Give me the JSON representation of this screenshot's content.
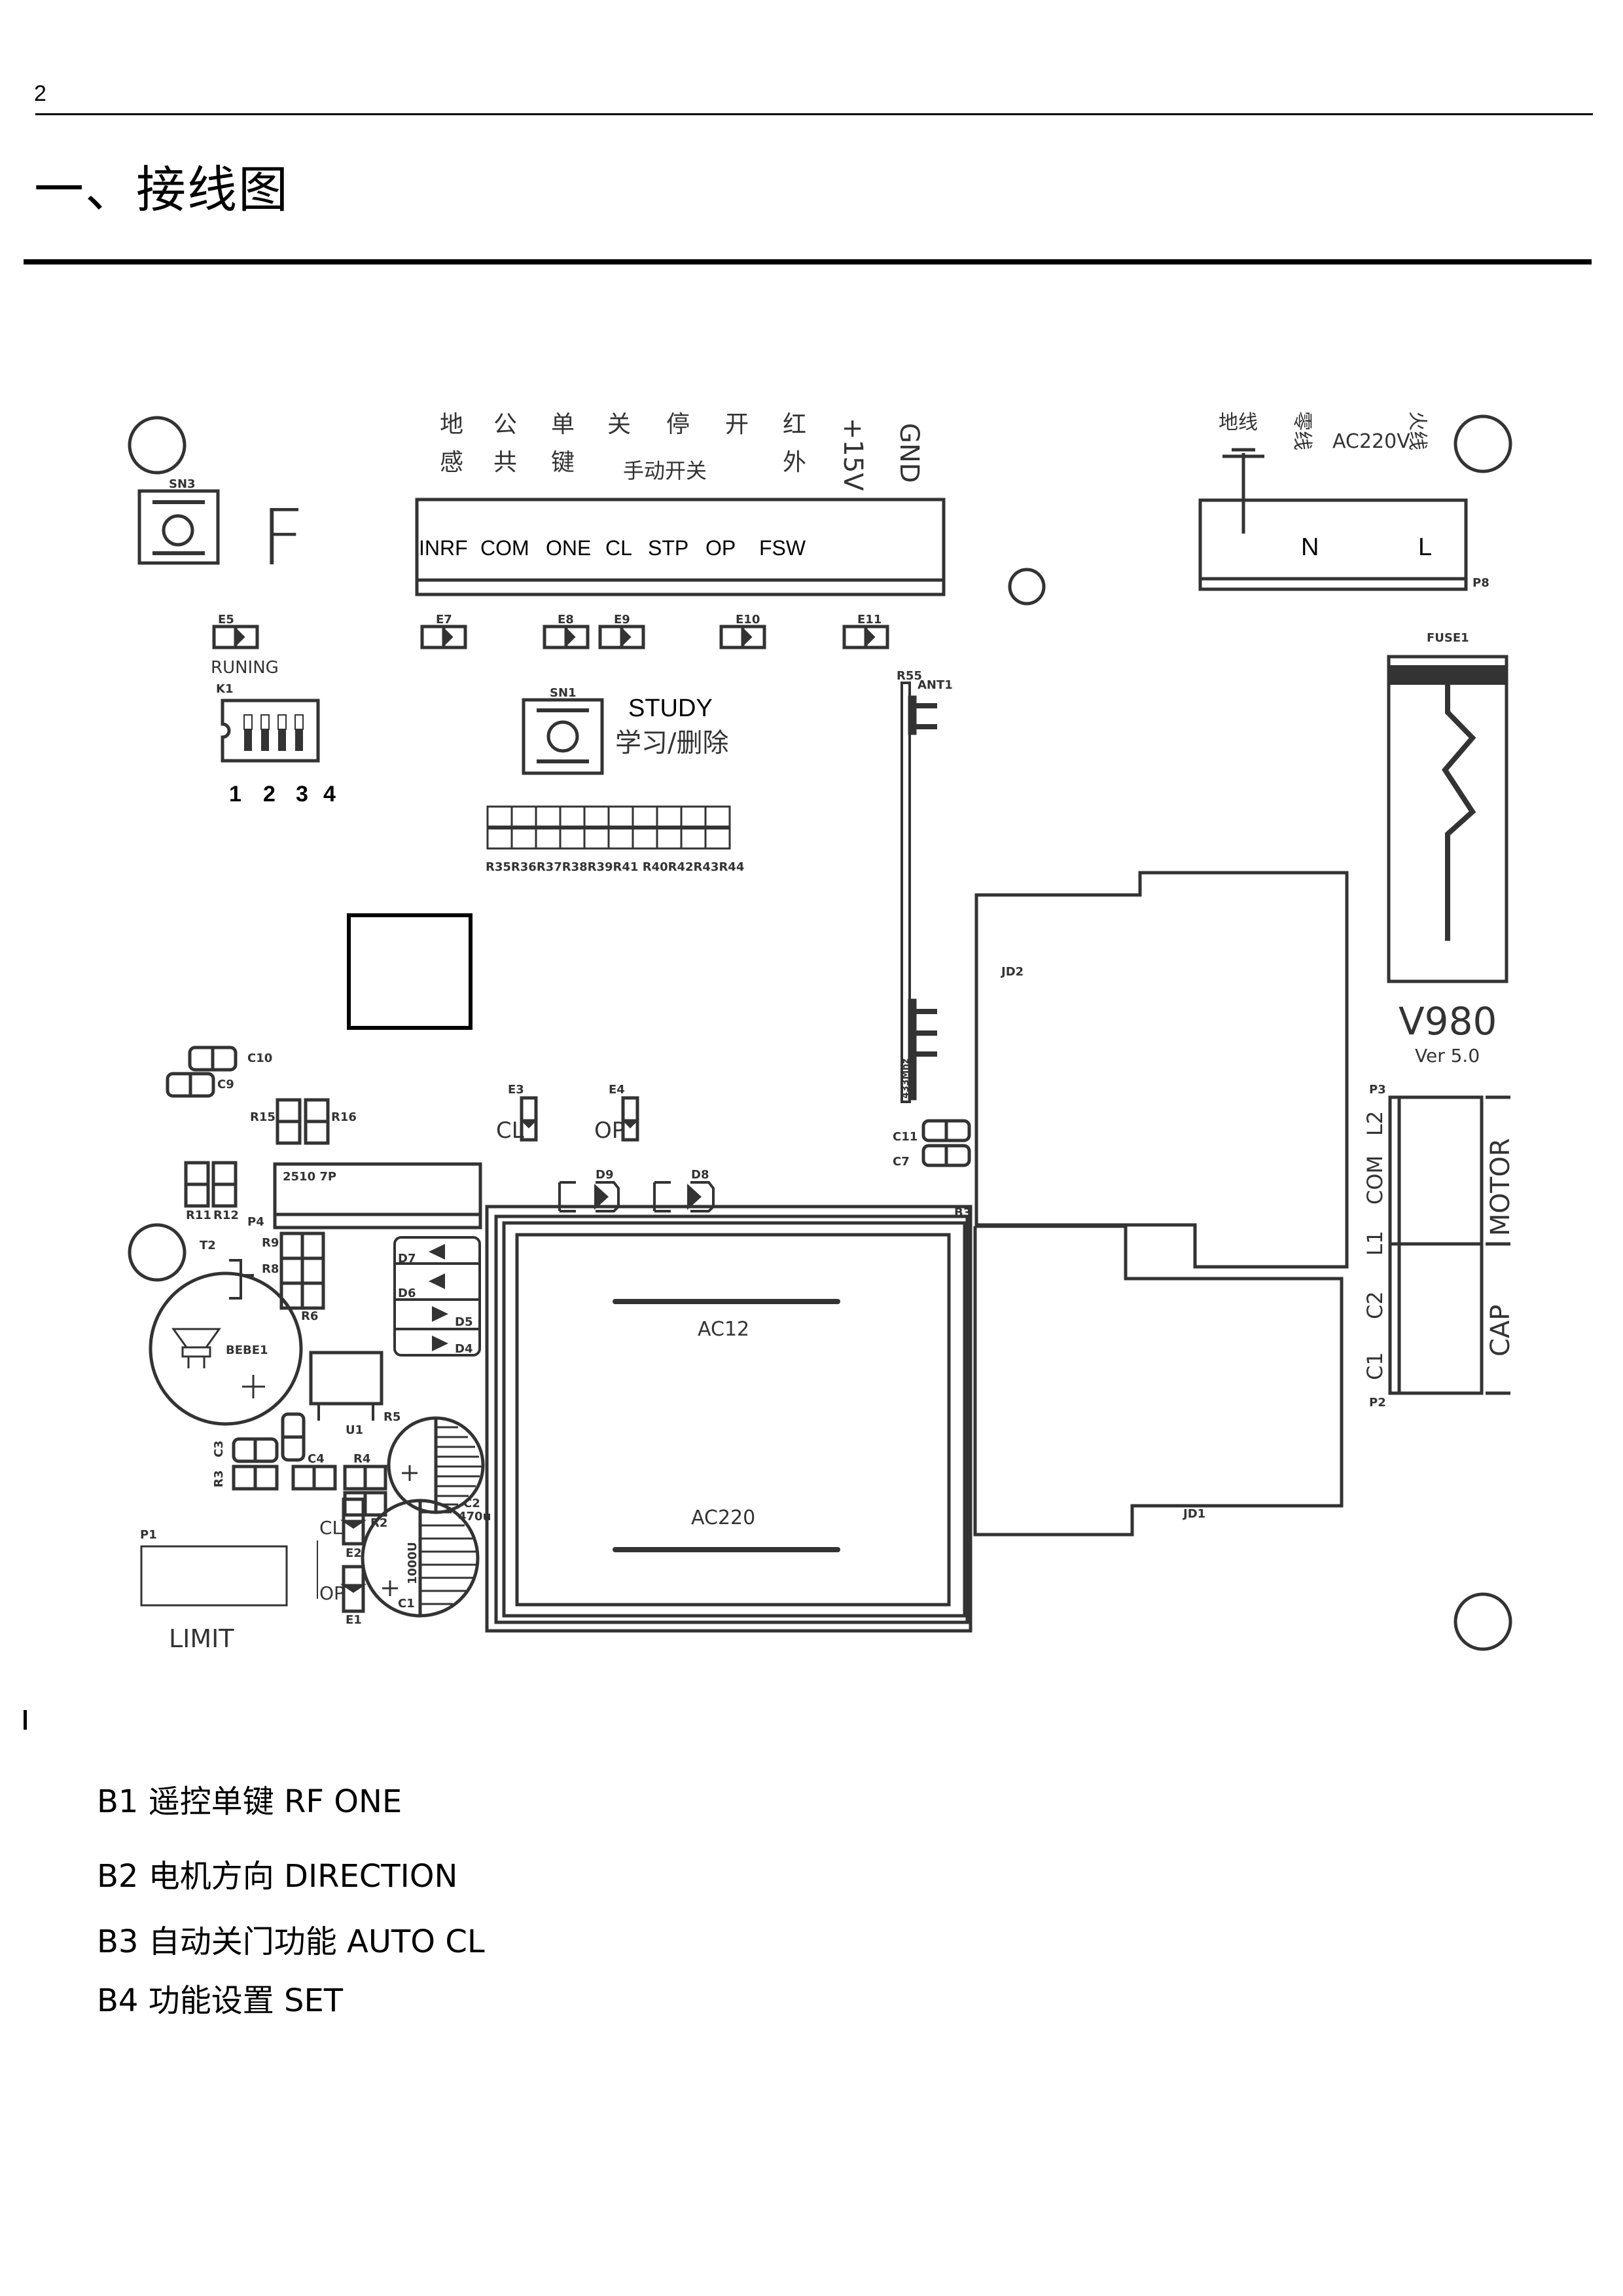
{
  "header": {
    "page_number": "2",
    "section_title": "一、接线图"
  },
  "board": {
    "model": "V980",
    "version": "Ver 5.0",
    "top_terminal": {
      "cn_labels_top": [
        "地",
        "公",
        "单",
        "关",
        "停",
        "开",
        "红",
        "+15V",
        "GND"
      ],
      "cn_labels_bottom": [
        "感",
        "共",
        "键",
        "手动开关",
        "外"
      ],
      "pins": [
        "INRF",
        "COM",
        "ONE",
        "CL",
        "STP",
        "OP",
        "FSW"
      ]
    },
    "power_terminal": {
      "ground_label": "地线",
      "neutral_label_cn": "零线",
      "live_label_cn": "火线",
      "voltage": "AC220V",
      "pins": [
        "N",
        "L"
      ],
      "ref": "P8"
    },
    "fuse": "FUSE1",
    "leds": {
      "E5": "E5",
      "E7": "E7",
      "E8": "E8",
      "E9": "E9",
      "E10": "E10",
      "E11": "E11",
      "running": "RUNING"
    },
    "dip_switch": {
      "ref": "K1",
      "numbers": [
        "1",
        "2",
        "3",
        "4"
      ]
    },
    "study_button": {
      "ref": "SN1",
      "label_en": "STUDY",
      "label_cn": "学习/删除"
    },
    "sn3": "SN3",
    "f_mark": "F",
    "resistor_array": "R35R36R37R38R39R41 R40R42R43R44",
    "antenna": {
      "ref_r": "R55",
      "ref": "ANT1",
      "freq": "433Mhz"
    },
    "relays": {
      "jd2": "JD2",
      "jd1": "JD1",
      "b3": "B3"
    },
    "components": {
      "c10": "C10",
      "c9": "C9",
      "r15": "R15",
      "r16": "R16",
      "r11": "R11",
      "r12": "R12",
      "conn": "2510 7P",
      "p4": "P4",
      "t2": "T2",
      "r9": "R9",
      "r8": "R8",
      "r6": "R6",
      "buzzer": "BEBE1",
      "u1": "U1",
      "r5": "R5",
      "c3": "C3",
      "r3": "R3",
      "c4": "C4",
      "r4": "R4",
      "r2": "R2",
      "c2": "C2",
      "c2_val": "470u",
      "c1": "C1",
      "c1_val": "1000U",
      "e1": "E1",
      "e2": "E2",
      "e3": "E3",
      "e4": "E4",
      "cl": "CL",
      "op": "OP",
      "d4": "D4",
      "d5": "D5",
      "d6": "D6",
      "d7": "D7",
      "d8": "D8",
      "d9": "D9",
      "c11": "C11",
      "c7": "C7",
      "p1": "P1"
    },
    "transformer": {
      "secondary": "AC12",
      "primary": "AC220"
    },
    "limit_label": "LIMIT",
    "motor_terminal": {
      "p3": "P3",
      "p2": "P2",
      "motor_pins": [
        "L2",
        "COM",
        "L1"
      ],
      "motor_label": "MOTOR",
      "cap_pins": [
        "C2",
        "C1"
      ],
      "cap_label": "CAP"
    }
  },
  "legend": [
    "B1 遥控单键 RF ONE",
    "B2 电机方向 DIRECTION",
    "B3 自动关门功能 AUTO CL",
    "B4 功能设置 SET"
  ],
  "colors": {
    "ink": "#333333",
    "text": "#000000"
  }
}
